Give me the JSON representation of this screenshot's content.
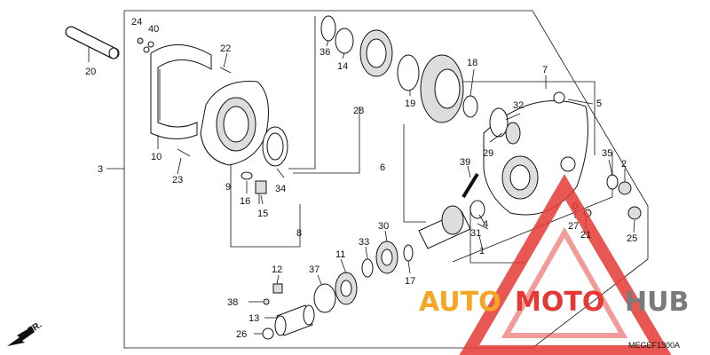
{
  "diagram_code": "MEGEF1300A",
  "direction_label": "FR.",
  "watermark": {
    "auto": "AUTO",
    "moto": "MOTO",
    "hub": "HUB",
    "colors": {
      "orange": "#f5a623",
      "red": "#e53935",
      "gray": "#7a7a7a"
    }
  },
  "callouts": {
    "c1": "1",
    "c2": "2",
    "c3": "3",
    "c4": "4",
    "c5": "5",
    "c6": "6",
    "c7": "7",
    "c8": "8",
    "c9": "9",
    "c10": "10",
    "c11": "11",
    "c12": "12",
    "c13": "13",
    "c14": "14",
    "c15": "15",
    "c16": "16",
    "c17": "17",
    "c18": "18",
    "c19": "19",
    "c20": "20",
    "c21": "21",
    "c22": "22",
    "c23": "23",
    "c24": "24",
    "c25": "25",
    "c26": "26",
    "c27": "27",
    "c28": "28",
    "c29": "29",
    "c30": "30",
    "c31": "31",
    "c32": "32",
    "c33": "33",
    "c34": "34",
    "c35": "35",
    "c36": "36",
    "c37": "37",
    "c38": "38",
    "c39": "39",
    "c40": "40"
  }
}
